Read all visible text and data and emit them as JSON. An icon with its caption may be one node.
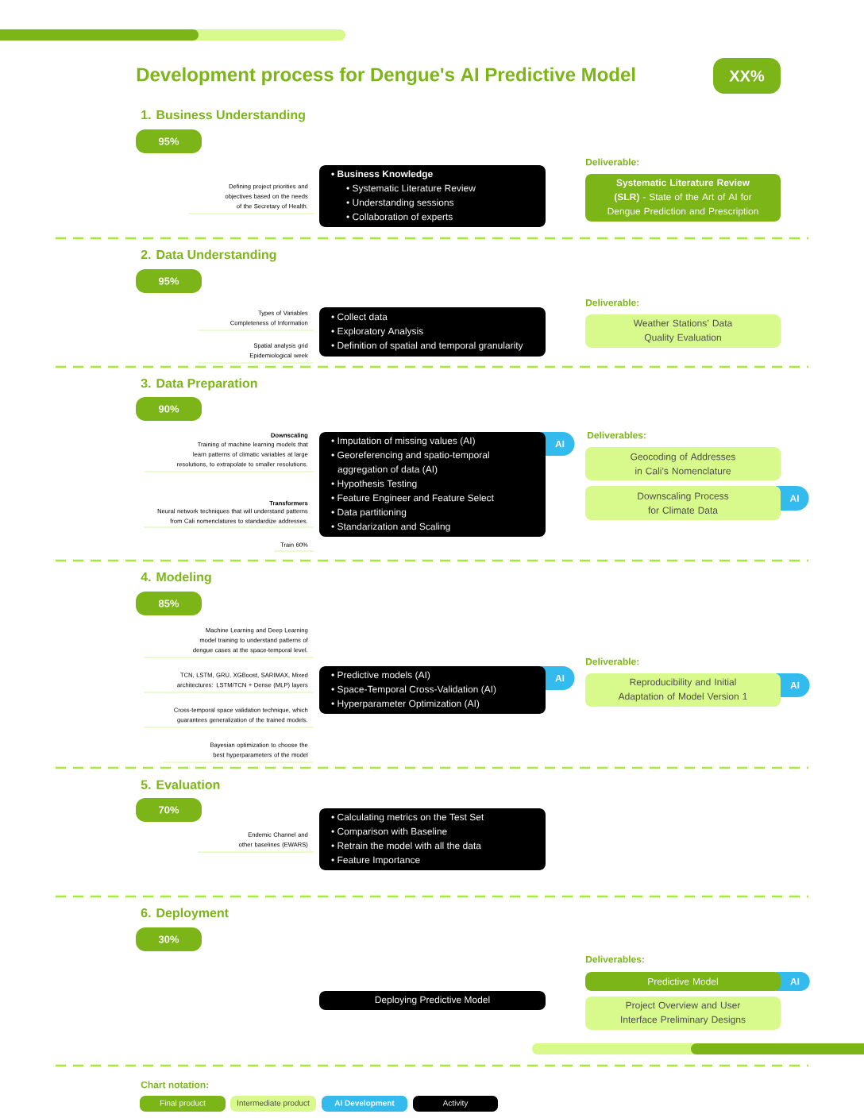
{
  "diagram": {
    "title": "Development process for Dengue's AI Predictive Model",
    "nodes": [
      {
        "text": [
          "XX%"
        ]
      },
      {
        "text": [
          "95%"
        ],
        "beside": [
          "1. Business Understanding"
        ]
      },
      {
        "text": [
          "• Business Knowledge",
          "• Systematic Literature Review",
          "• Understanding sessions",
          "• Collaboration of experts"
        ]
      },
      {
        "text": [
          "**Systematic Literature Review (SLR)** - State of the Art of AI for Dengue Prediction and Prescription"
        ],
        "beside": [
          "Deliverable:"
        ]
      },
      {
        "text": [
          "95%"
        ],
        "beside": [
          "2. Data Understanding"
        ]
      },
      {
        "text": [
          "• Collect data",
          "• Exploratory Analysis",
          "• Definition of spatial and temporal granularity"
        ]
      },
      {
        "text": [
          "Weather Stations’ Data Quality Evaluation"
        ],
        "beside": [
          "Deliverable:"
        ]
      },
      {
        "text": [
          "90%"
        ],
        "beside": [
          "3. Data Preparation"
        ]
      },
      {
        "text": [
          "• Imputation of missing values (AI)",
          "• Georeferencing and spatio-temporal aggregation of data (AI)",
          "• Hypothesis Testing",
          "• Feature Engineer and Feature Select",
          "• Data partitioning",
          "• Standarization and Scaling"
        ]
      },
      {
        "text": [
          "AI"
        ]
      },
      {
        "text": [
          "Geocoding of Addresses in Cali’s Nomenclature"
        ]
      },
      {
        "text": [
          "Downscaling Process for Climate Data"
        ]
      },
      {
        "text": [
          "AI"
        ]
      },
      {
        "text": [
          "85%"
        ],
        "beside": [
          "4. Modeling"
        ]
      },
      {
        "text": [
          "• Predictive models (AI)",
          "• Space-Temporal Cross-Validation (AI)",
          "• Hyperparameter Optimization (AI)"
        ]
      },
      {
        "text": [
          "AI"
        ]
      },
      {
        "text": [
          "Reproducibility and Initial Adaptation of Model Version 1"
        ],
        "beside": [
          "Deliverable:"
        ]
      },
      {
        "text": [
          "AI"
        ]
      },
      {
        "text": [
          "70%"
        ],
        "beside": [
          "5. Evaluation"
        ]
      },
      {
        "text": [
          "• Calculating metrics on the Test Set",
          "• Comparison with Baseline",
          "• Retrain the model with all the data",
          "• Feature Importance"
        ]
      },
      {
        "text": [
          "30%"
        ],
        "beside": [
          "6. Deployment"
        ]
      },
      {
        "text": [
          "Deploying Predictive Model"
        ]
      },
      {
        "text": [
          "Predictive Model"
        ]
      },
      {
        "text": [
          "AI"
        ]
      },
      {
        "text": [
          "Project Overview and User Interface Preliminary Designs"
        ]
      }
    ],
    "labels": [
      "Defining project priorities and objectives based on the needs of the Secretary of Health.",
      "Types of Variables Completeness of Information",
      "Spatial analysis grid Epidemiological week",
      "Downscaling",
      "Training of machine learning models that learn patterns of climatic variables at large resolutions, to extrapolate to smaller resolutions.",
      "Transformers",
      "Neural network techniques that will understand patterns from Cali nomenclatures to standardize addresses.",
      "Train 60%",
      "Deliverables:",
      "Machine Learning and Deep Learning model training to understand patterns of dengue cases at the space-temporal level.",
      "TCN, LSTM, GRU, XGBoost, SARIMAX, Mixed architectures: LSTM/TCN + Dense (MLP) layers",
      "Cross-temporal space validation technique, which guarantees generalization of the trained models.",
      "Bayesian optimization to choose the best hyperparameters of the model",
      "Endemic Channel and other baselines (EWARS)",
      "Deliverables:",
      "Chart notation:"
    ],
    "legend": [
      {
        "text": "Final product",
        "color": "#7cb518"
      },
      {
        "text": "Intermediate product",
        "color": "#d8f98c"
      },
      {
        "text": "AI Development",
        "color": "#33bbee"
      },
      {
        "text": "Activity",
        "color": "#000000"
      }
    ]
  }
}
